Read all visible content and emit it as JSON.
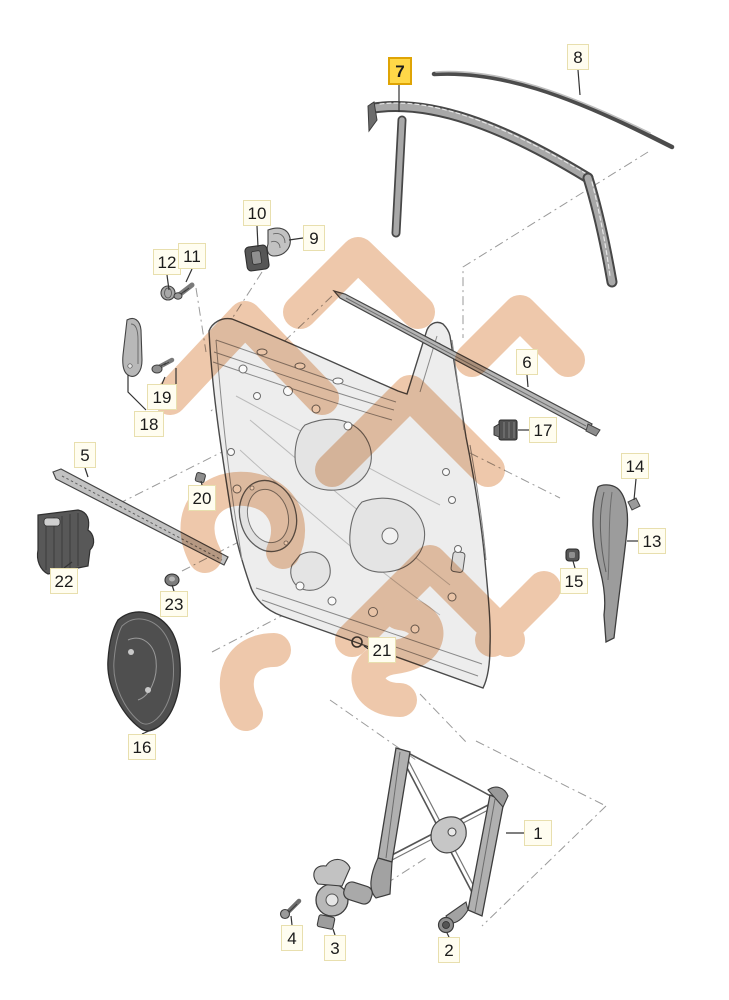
{
  "diagram_title": "",
  "colors": {
    "background": "#ffffff",
    "label_background": "#fffdf0",
    "label_border": "#e8dfae",
    "label_text": "#1b1b1b",
    "highlight_background": "#ffd848",
    "highlight_border": "#dfa405",
    "watermark": "#dd9257",
    "line_art": "#4a4a4a",
    "dark_part": "#525252"
  },
  "labels": [
    {
      "text": "7",
      "highlighted": true
    },
    {
      "text": "8",
      "highlighted": false
    },
    {
      "text": "10",
      "highlighted": false
    },
    {
      "text": "9",
      "highlighted": false
    },
    {
      "text": "12",
      "highlighted": false
    },
    {
      "text": "11",
      "highlighted": false
    },
    {
      "text": "19",
      "highlighted": false
    },
    {
      "text": "18",
      "highlighted": false
    },
    {
      "text": "6",
      "highlighted": false
    },
    {
      "text": "17",
      "highlighted": false
    },
    {
      "text": "14",
      "highlighted": false
    },
    {
      "text": "13",
      "highlighted": false
    },
    {
      "text": "15",
      "highlighted": false
    },
    {
      "text": "5",
      "highlighted": false
    },
    {
      "text": "20",
      "highlighted": false
    },
    {
      "text": "22",
      "highlighted": false
    },
    {
      "text": "23",
      "highlighted": false
    },
    {
      "text": "16",
      "highlighted": false
    },
    {
      "text": "21",
      "highlighted": false
    },
    {
      "text": "1",
      "highlighted": false
    },
    {
      "text": "4",
      "highlighted": false
    },
    {
      "text": "3",
      "highlighted": false
    },
    {
      "text": "2",
      "highlighted": false
    }
  ]
}
